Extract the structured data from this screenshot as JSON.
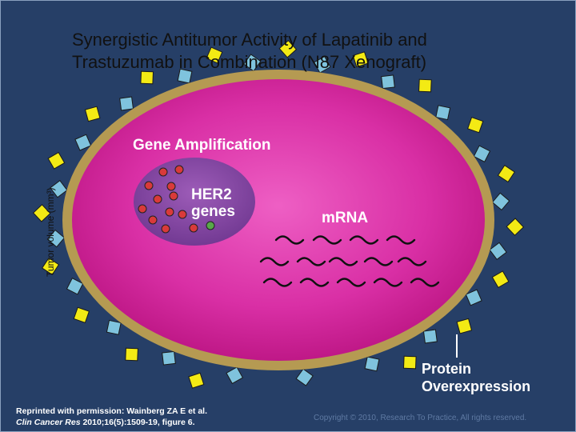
{
  "title": {
    "line1": "Synergistic Antitumor Activity of Lapatinib and",
    "line2": "Trastuzumab in Combination (N87 Xenograft)"
  },
  "y_axis_label": "Tumor volume (mm³)",
  "diagram": {
    "gene_amplification_label": "Gene Amplification",
    "her2_label_line1": "HER2",
    "her2_label_line2": "genes",
    "mrna_label": "mRNA",
    "protein_label_line1": "Protein",
    "protein_label_line2": "Overexpression"
  },
  "citation": {
    "line1": "Reprinted with permission: Wainberg ZA E et al.",
    "journal": "Clin Cancer Res",
    "details": " 2010;16(5):1509-19, figure 6."
  },
  "copyright": "Copyright © 2010, Research To Practice, All rights reserved.",
  "colors": {
    "background": "#263f67",
    "membrane": "#b59a52",
    "cell_center": "#e64bb8",
    "cell_edge": "#b8127f",
    "nucleus": "#8a4aa4",
    "receptor_yellow": "#f3ea14",
    "receptor_blue": "#7fc3dd",
    "gene_red": "#d93a3a",
    "gene_green": "#58a84a"
  }
}
